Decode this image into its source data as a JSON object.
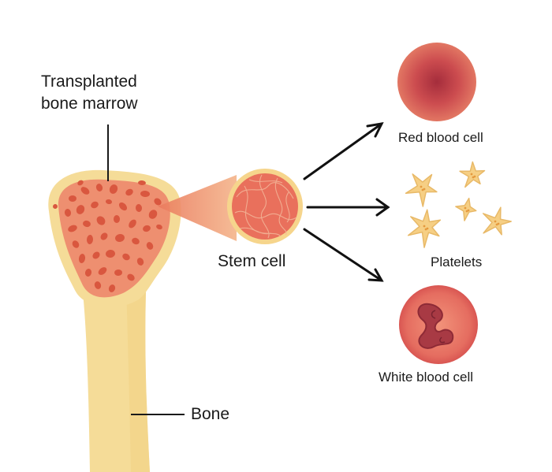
{
  "labels": {
    "marrow_line1": "Transplanted",
    "marrow_line2": "bone marrow",
    "stem_cell": "Stem cell",
    "bone": "Bone",
    "red_blood_cell": "Red blood cell",
    "platelets": "Platelets",
    "white_blood_cell": "White blood cell"
  },
  "colors": {
    "bone_fill": "#f5dc98",
    "bone_highlight": "#f9e8b8",
    "marrow_fill": "#ee8f70",
    "marrow_spot": "#d9573f",
    "stem_cell_fill": "#e9705c",
    "cell_red": "#d8504a",
    "cell_red_dark": "#b03038",
    "platelet_fill": "#f6cf84",
    "platelet_dot": "#e59a3e",
    "arrow": "#111111"
  }
}
